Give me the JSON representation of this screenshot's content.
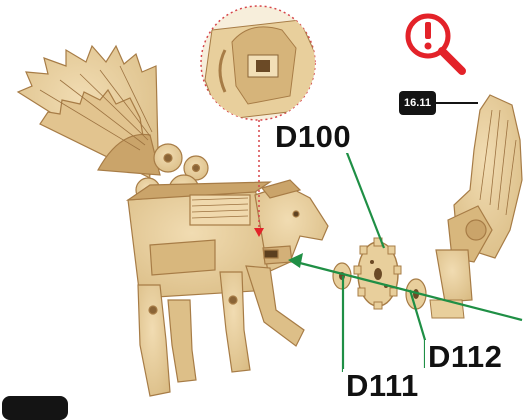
{
  "labels": {
    "d100": "D100",
    "d111": "D111",
    "d112": "D112"
  },
  "step_badge": "16.11",
  "icons": {
    "attention": "magnifier-exclamation-icon"
  },
  "colors": {
    "wood": "#e8cf9c",
    "wood_edge": "#b88d55",
    "pointer_green": "#1f8f45",
    "alert_red": "#e32229",
    "zoom_dotted": "#d6454a",
    "badge_dark": "#141414"
  }
}
